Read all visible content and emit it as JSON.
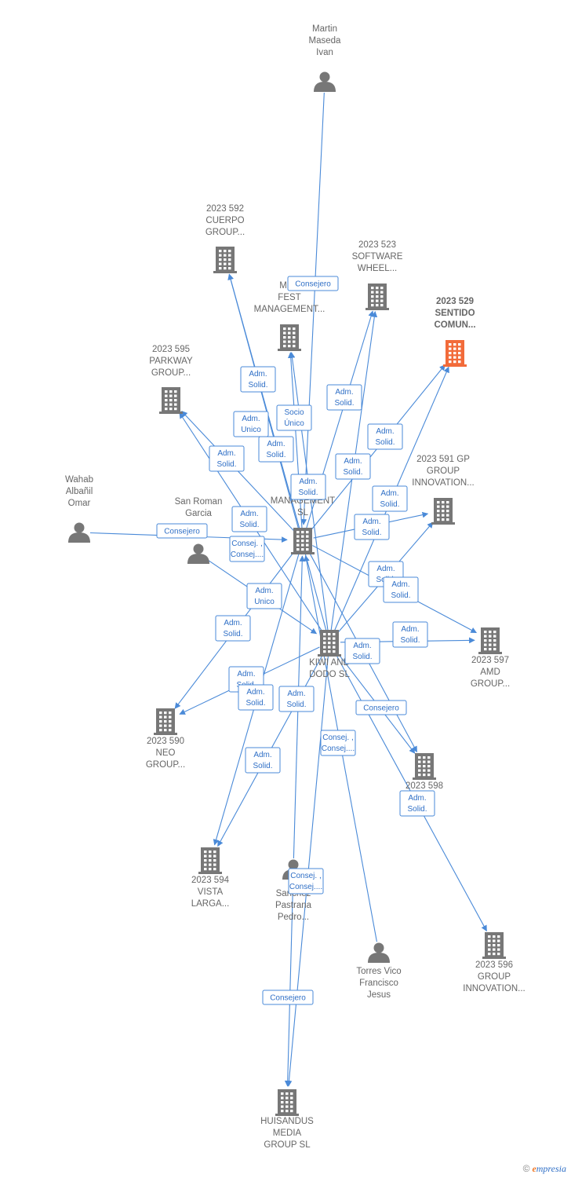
{
  "colors": {
    "edge": "#4a8ad8",
    "building": "#777777",
    "highlight": "#f26b3a",
    "person": "#777777",
    "label": "#666666"
  },
  "footer": {
    "copyright": "©",
    "brand_first": "e",
    "brand_rest": "mpresia"
  },
  "nodes": [
    {
      "id": "martin",
      "kind": "person",
      "lines": [
        "Martin",
        "Maseda",
        "Ivan"
      ]
    },
    {
      "id": "cuerpo",
      "kind": "company",
      "lines": [
        "2023 592",
        "CUERPO",
        "GROUP..."
      ]
    },
    {
      "id": "software",
      "kind": "company",
      "lines": [
        "2023 523",
        "SOFTWARE",
        "WHEEL..."
      ]
    },
    {
      "id": "mecfest",
      "kind": "company",
      "lines": [
        "MEC",
        "FEST",
        "MANAGEMENT..."
      ]
    },
    {
      "id": "sentido",
      "kind": "company",
      "highlight": true,
      "lines": [
        "2023 529",
        "SENTIDO",
        "COMUN..."
      ]
    },
    {
      "id": "parkway",
      "kind": "company",
      "lines": [
        "2023 595",
        "PARKWAY",
        "GROUP..."
      ]
    },
    {
      "id": "gp",
      "kind": "company",
      "lines": [
        "2023 591 GP",
        "GROUP",
        "INNOVATION..."
      ]
    },
    {
      "id": "wahab",
      "kind": "person",
      "lines": [
        "Wahab",
        "Albañil",
        "Omar"
      ]
    },
    {
      "id": "sanroman",
      "kind": "person",
      "lines": [
        "San Roman",
        "Garcia",
        "..."
      ]
    },
    {
      "id": "memgmt",
      "kind": "company",
      "lines": [
        "ME",
        "MANAGEMENT",
        "SL"
      ]
    },
    {
      "id": "kiwi",
      "kind": "company",
      "lines": [
        "KIWI AND",
        "DODO SL"
      ]
    },
    {
      "id": "amd",
      "kind": "company",
      "lines": [
        "2023 597",
        "AMD",
        "GROUP..."
      ]
    },
    {
      "id": "neo",
      "kind": "company",
      "lines": [
        "2023 590",
        "NEO",
        "GROUP..."
      ]
    },
    {
      "id": "g598",
      "kind": "company",
      "lines": [
        "2023 598",
        "...D",
        "..."
      ]
    },
    {
      "id": "vista",
      "kind": "company",
      "lines": [
        "2023 594",
        "VISTA",
        "LARGA..."
      ]
    },
    {
      "id": "sanchez",
      "kind": "person",
      "lines": [
        "Sanchez",
        "Pastrana",
        "Pedro..."
      ]
    },
    {
      "id": "torres",
      "kind": "person",
      "lines": [
        "Torres Vico",
        "Francisco",
        "Jesus"
      ]
    },
    {
      "id": "g596",
      "kind": "company",
      "lines": [
        "2023 596",
        "GROUP",
        "INNOVATION..."
      ]
    },
    {
      "id": "huisandus",
      "kind": "company",
      "lines": [
        "HUISANDUS",
        "MEDIA",
        "GROUP SL"
      ]
    }
  ],
  "edges": [
    {
      "from": "martin",
      "to": "memgmt"
    },
    {
      "from": "memgmt",
      "to": "cuerpo"
    },
    {
      "from": "kiwi",
      "to": "cuerpo"
    },
    {
      "from": "memgmt",
      "to": "mecfest"
    },
    {
      "from": "kiwi",
      "to": "mecfest"
    },
    {
      "from": "memgmt",
      "to": "software"
    },
    {
      "from": "kiwi",
      "to": "software"
    },
    {
      "from": "memgmt",
      "to": "sentido"
    },
    {
      "from": "kiwi",
      "to": "sentido"
    },
    {
      "from": "memgmt",
      "to": "parkway"
    },
    {
      "from": "kiwi",
      "to": "parkway"
    },
    {
      "from": "memgmt",
      "to": "gp"
    },
    {
      "from": "kiwi",
      "to": "gp"
    },
    {
      "from": "wahab",
      "to": "memgmt"
    },
    {
      "from": "sanroman",
      "to": "kiwi"
    },
    {
      "from": "memgmt",
      "to": "amd"
    },
    {
      "from": "kiwi",
      "to": "amd"
    },
    {
      "from": "memgmt",
      "to": "neo"
    },
    {
      "from": "kiwi",
      "to": "neo"
    },
    {
      "from": "memgmt",
      "to": "g598"
    },
    {
      "from": "kiwi",
      "to": "g598"
    },
    {
      "from": "memgmt",
      "to": "vista"
    },
    {
      "from": "kiwi",
      "to": "vista"
    },
    {
      "from": "sanchez",
      "to": "memgmt"
    },
    {
      "from": "torres",
      "to": "memgmt"
    },
    {
      "from": "kiwi",
      "to": "g596"
    },
    {
      "from": "sanchez",
      "to": "huisandus"
    },
    {
      "from": "kiwi",
      "to": "huisandus"
    }
  ],
  "edge_labels": [
    {
      "lines": [
        "Consejero"
      ]
    },
    {
      "lines": [
        "Adm.",
        "Solid."
      ]
    },
    {
      "lines": [
        "Adm.",
        "Solid."
      ]
    },
    {
      "lines": [
        "Adm.",
        "Unico"
      ]
    },
    {
      "lines": [
        "Socio",
        "Único"
      ]
    },
    {
      "lines": [
        "Adm.",
        "Solid."
      ]
    },
    {
      "lines": [
        "Adm.",
        "Solid."
      ]
    },
    {
      "lines": [
        "Adm.",
        "Solid."
      ]
    },
    {
      "lines": [
        "Adm.",
        "Solid."
      ]
    },
    {
      "lines": [
        "Adm.",
        "Solid."
      ]
    },
    {
      "lines": [
        "Adm.",
        "Solid."
      ]
    },
    {
      "lines": [
        "Adm.",
        "Solid."
      ]
    },
    {
      "lines": [
        "Consejero"
      ]
    },
    {
      "lines": [
        "Consej. ,",
        "Consej...."
      ]
    },
    {
      "lines": [
        "Adm.",
        "Solid."
      ]
    },
    {
      "lines": [
        "Adm.",
        "Unico"
      ]
    },
    {
      "lines": [
        "Adm.",
        "Solid."
      ]
    },
    {
      "lines": [
        "Adm.",
        "Solid."
      ]
    },
    {
      "lines": [
        "Adm.",
        "Solid."
      ]
    },
    {
      "lines": [
        "Adm.",
        "Solid."
      ]
    },
    {
      "lines": [
        "Adm.",
        "Solid."
      ]
    },
    {
      "lines": [
        "Adm.",
        "Solid."
      ]
    },
    {
      "lines": [
        "Adm.",
        "Solid."
      ]
    },
    {
      "lines": [
        "Consejero"
      ]
    },
    {
      "lines": [
        "Consej. ,",
        "Consej...."
      ]
    },
    {
      "lines": [
        "Adm.",
        "Solid."
      ]
    },
    {
      "lines": [
        "Adm.",
        "Solid."
      ]
    },
    {
      "lines": [
        "Adm.",
        "Solid."
      ]
    },
    {
      "lines": [
        "Consej. ,",
        "Consej...."
      ]
    },
    {
      "lines": [
        "Consejero"
      ]
    }
  ]
}
